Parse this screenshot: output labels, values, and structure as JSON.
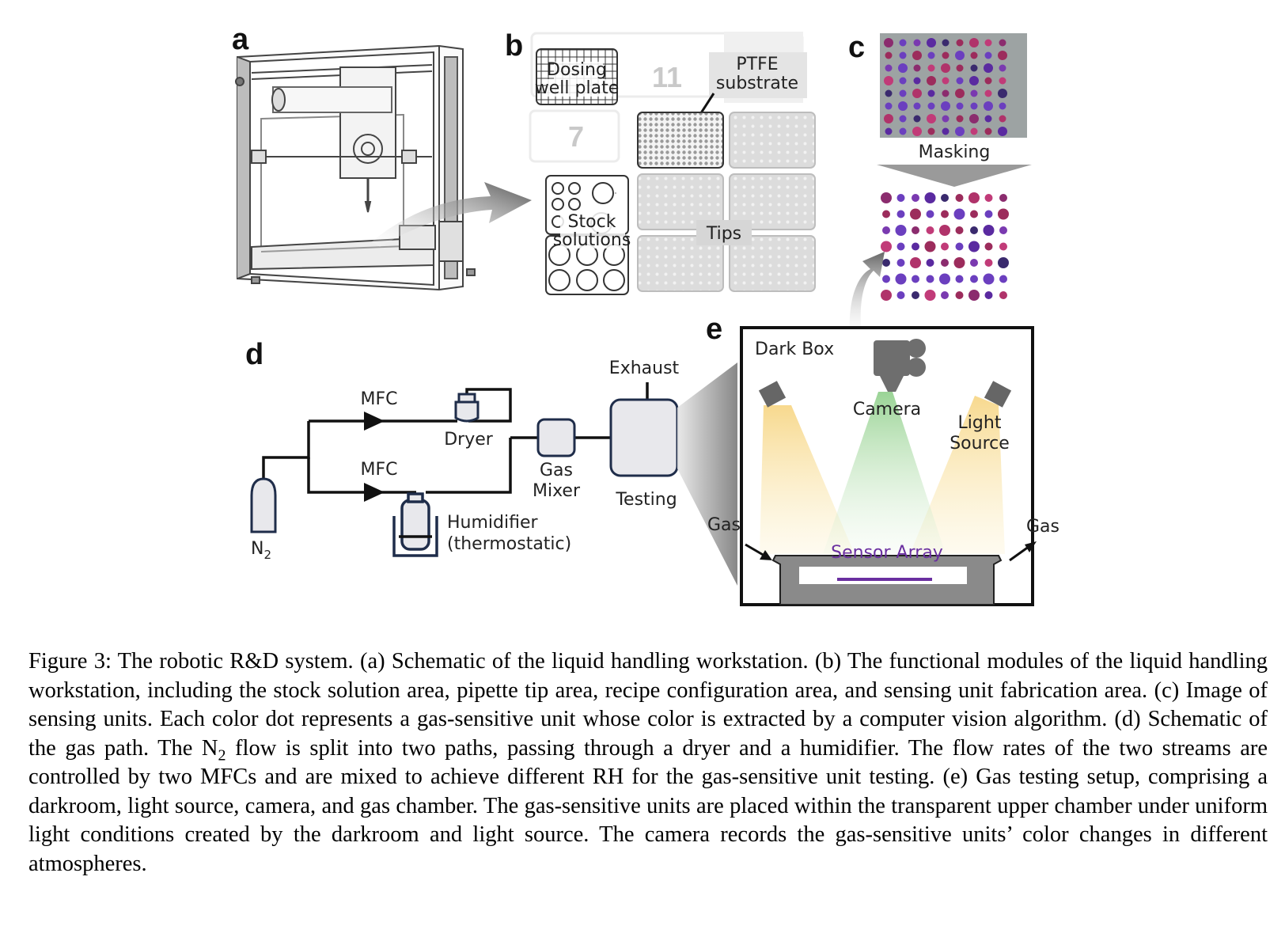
{
  "panels": {
    "a": {
      "letter": "a"
    },
    "b": {
      "letter": "b",
      "dosing": [
        "Dosing",
        "well plate"
      ],
      "slot_11": "11",
      "slot_7": "7",
      "ptfe": [
        "PTFE",
        "substrate"
      ],
      "stock": [
        "Stock",
        "solutions"
      ],
      "tips": "Tips"
    },
    "c": {
      "letter": "c",
      "masking": "Masking"
    },
    "d": {
      "letter": "d",
      "mfc_top": "MFC",
      "mfc_bottom": "MFC",
      "dryer": "Dryer",
      "gas_mixer": [
        "Gas",
        "Mixer"
      ],
      "exhaust": "Exhaust",
      "testing": "Testing",
      "humidifier": [
        "Humidifier",
        "(thermostatic)"
      ],
      "n2_main": "N",
      "n2_sub": "2"
    },
    "e": {
      "letter": "e",
      "dark_box": "Dark Box",
      "camera": "Camera",
      "light_source": [
        "Light",
        "Source"
      ],
      "gas_in": "Gas",
      "gas_out": "Gas",
      "sensor_array": "Sensor Array"
    }
  },
  "colors": {
    "outline": "#1f2d4a",
    "box_fill": "#e8e8ec",
    "sensor_purple": "#6a2fa0",
    "light_yellow": "#f6d27a",
    "light_green": "#9fd39a",
    "plate_gray": "#d9d9d9"
  },
  "caption": {
    "part1": "Figure 3: The robotic R&D system. (a) Schematic of the liquid handling workstation. (b) The functional modules of the liquid handling workstation, including the stock solution area, pipette tip area, recipe configuration area, and sensing unit fabrication area. (c) Image of sensing units. Each color dot represents a gas-sensitive unit whose color is extracted by a computer vision algorithm. (d) Schematic of the gas path. The N",
    "sub": "2",
    "part2": " flow is split into two paths, passing through a dryer and a humidifier. The flow rates of the two streams are controlled by two MFCs and are mixed to achieve different RH for the gas-sensitive unit testing. (e) Gas testing setup, comprising a darkroom, light source, camera, and gas chamber. The gas-sensitive units are placed within the transparent upper chamber under uniform light conditions created by the darkroom and light source. The camera records the gas-sensitive units’ color changes in different atmospheres."
  }
}
